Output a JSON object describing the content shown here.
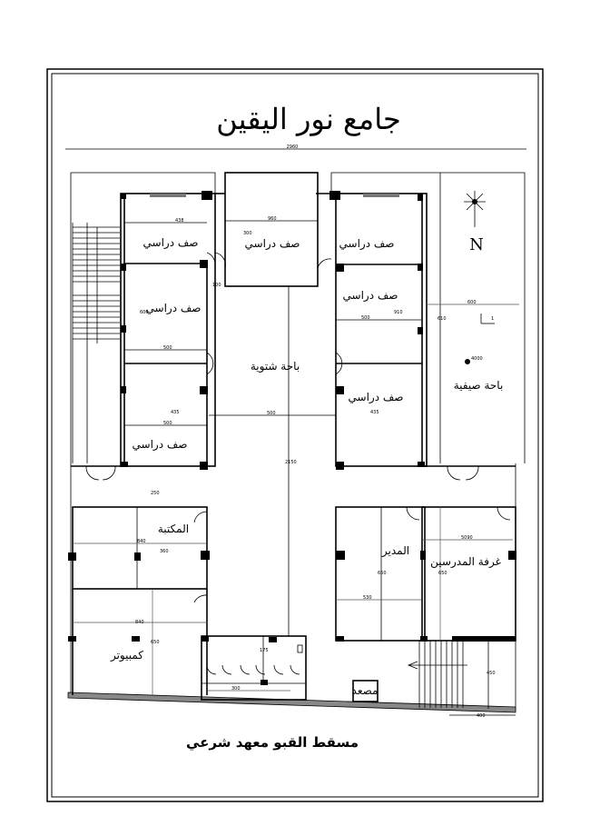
{
  "title": "جامع نور اليقين",
  "footer": "مسقط القبو معهد شرعي",
  "north_label": "N",
  "rooms": {
    "class_top_left": "صف دراسي",
    "class_top_mid": "صف دراسي",
    "class_top_right": "صف دراسي",
    "class_left_2": "صف دراسي",
    "class_left_3": "صف دراسي",
    "class_right_2": "صف دراسي",
    "class_right_3": "صف دراسي",
    "winter_yard": "باحة شتوية",
    "summer_yard": "باحة صيفية",
    "library": "المكتبة",
    "computer": "كمبيوتر",
    "manager": "المدير",
    "teachers": "غرفة المدرسين",
    "elevator": "مصعد"
  },
  "dimensions": {
    "overall_width": "2960",
    "d1": "438",
    "d2": "960",
    "d3": "300",
    "d4": "100",
    "d5": "600",
    "d6": "500",
    "d7": "500",
    "d8": "435",
    "d9": "500",
    "d10": "2150",
    "d11": "610",
    "d12": "500",
    "d13": "910",
    "d14": "435",
    "d15": "840",
    "d16": "360",
    "d17": "840",
    "d18": "650",
    "d19": "175",
    "d20": "300",
    "d21": "530",
    "d22": "650",
    "d23": "5090",
    "d24": "650",
    "d25": "450",
    "d26": "400",
    "d27": "4000",
    "d28": "1",
    "d29": "250"
  }
}
